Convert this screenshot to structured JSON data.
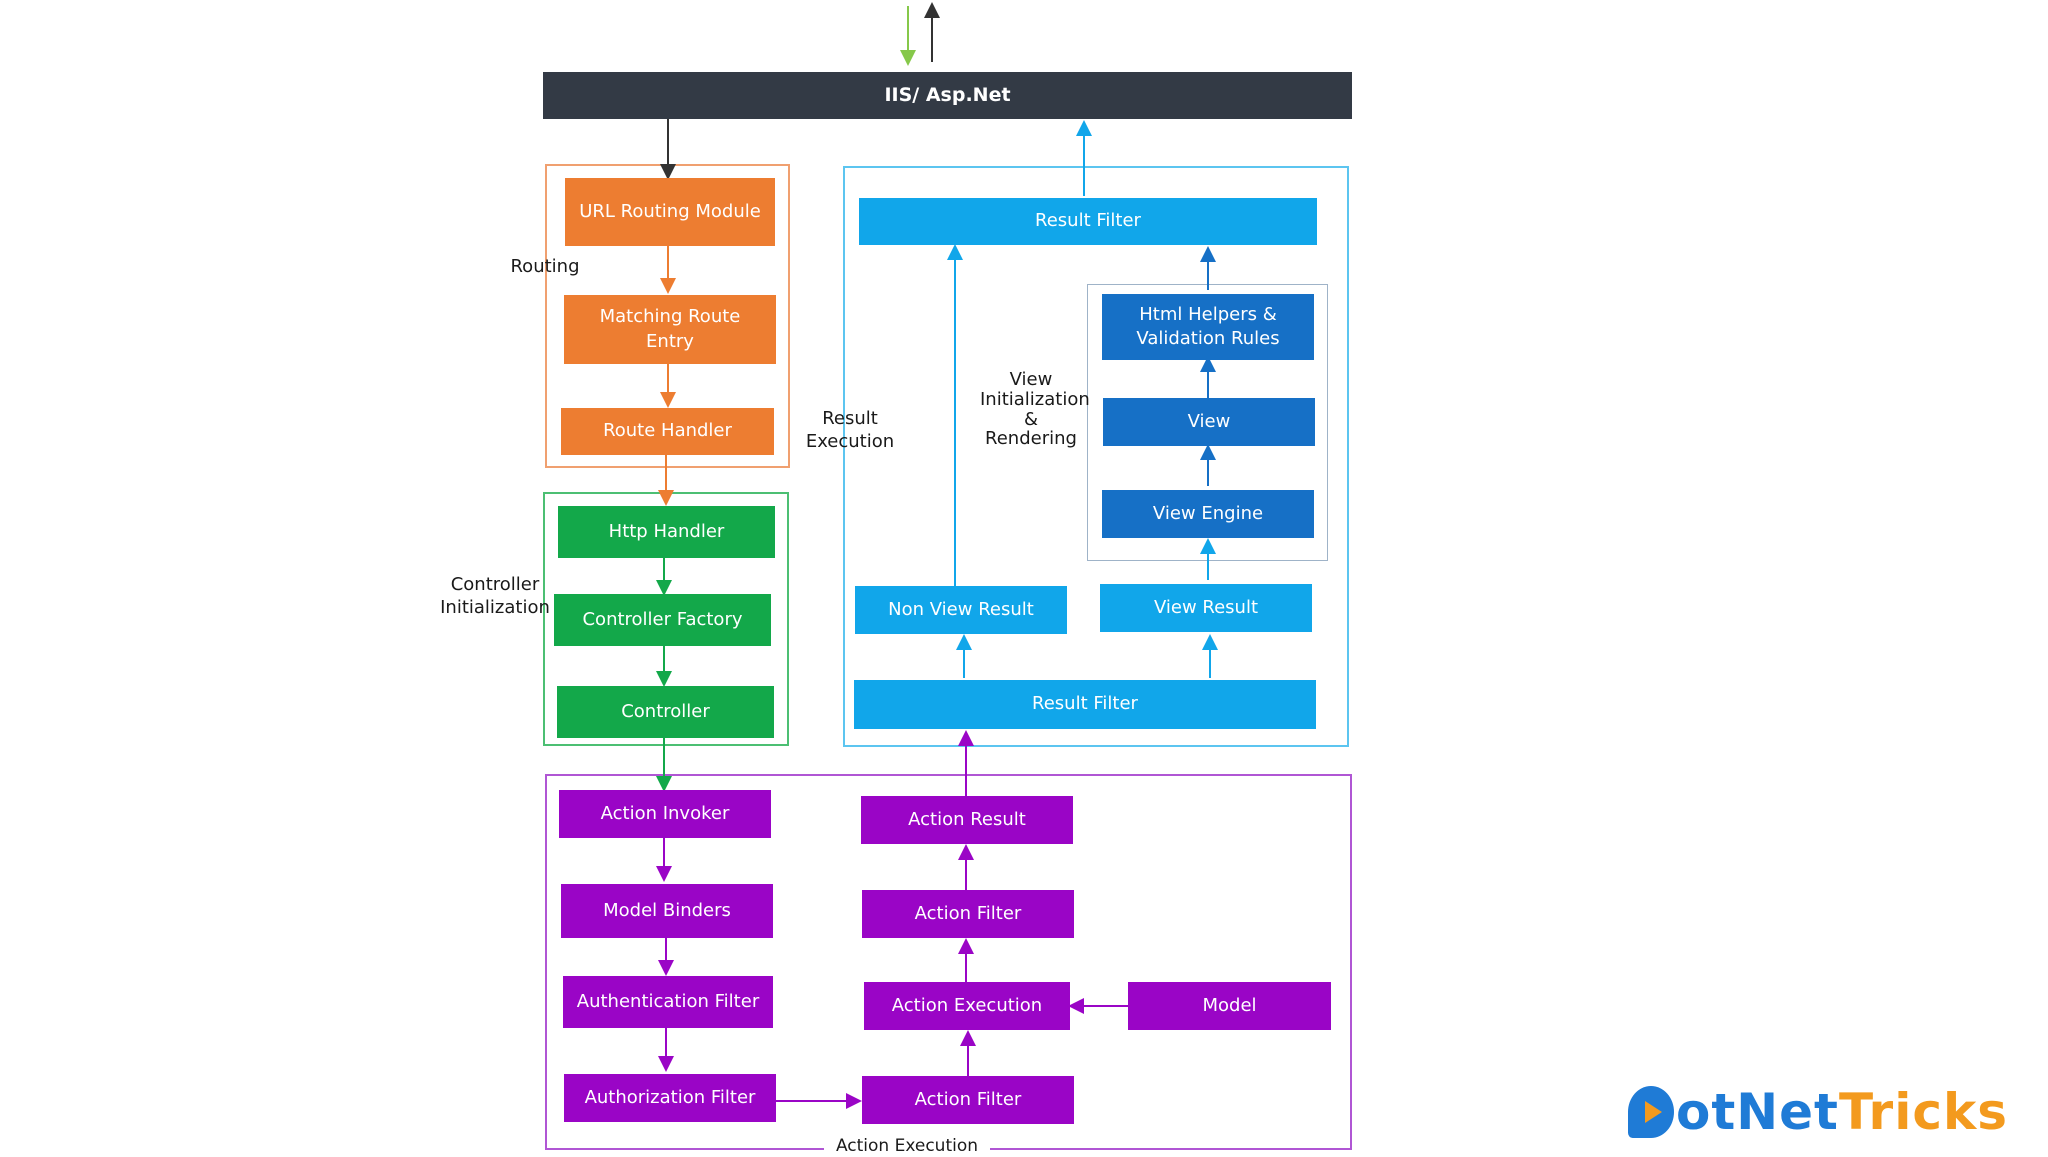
{
  "top": {
    "title": "IIS/ Asp.Net"
  },
  "groups": {
    "routing": "Routing",
    "controller_init": "Controller\nInitialization",
    "result_execution": "Result\nExecution",
    "view_init": "View\nInitialization\n&\nRendering",
    "action_execution": "Action Execution"
  },
  "routing": {
    "url_routing_module": "URL Routing Module",
    "matching_route_entry": "Matching Route\nEntry",
    "route_handler": "Route Handler"
  },
  "controller": {
    "http_handler": "Http Handler",
    "controller_factory": "Controller Factory",
    "controller": "Controller"
  },
  "result": {
    "result_filter_top": "Result Filter",
    "html_helpers": "Html Helpers &\nValidation Rules",
    "view": "View",
    "view_engine": "View Engine",
    "non_view_result": "Non View Result",
    "view_result": "View Result",
    "result_filter_bottom": "Result Filter"
  },
  "action": {
    "action_invoker": "Action Invoker",
    "model_binders": "Model Binders",
    "authentication_filter": "Authentication Filter",
    "authorization_filter": "Authorization Filter",
    "action_result": "Action Result",
    "action_filter_upper": "Action Filter",
    "action_execution": "Action Execution",
    "action_filter_lower": "Action Filter",
    "model": "Model"
  },
  "logo": {
    "part_a": "otNet",
    "part_b": "Tricks"
  },
  "colors": {
    "orange": "#ed7d31",
    "green": "#13a84a",
    "cyan": "#11a6ea",
    "navy": "#1670c6",
    "purple": "#9a05c6",
    "dark": "#333a45"
  },
  "icons": {
    "logo_mark": "play-d-icon"
  }
}
